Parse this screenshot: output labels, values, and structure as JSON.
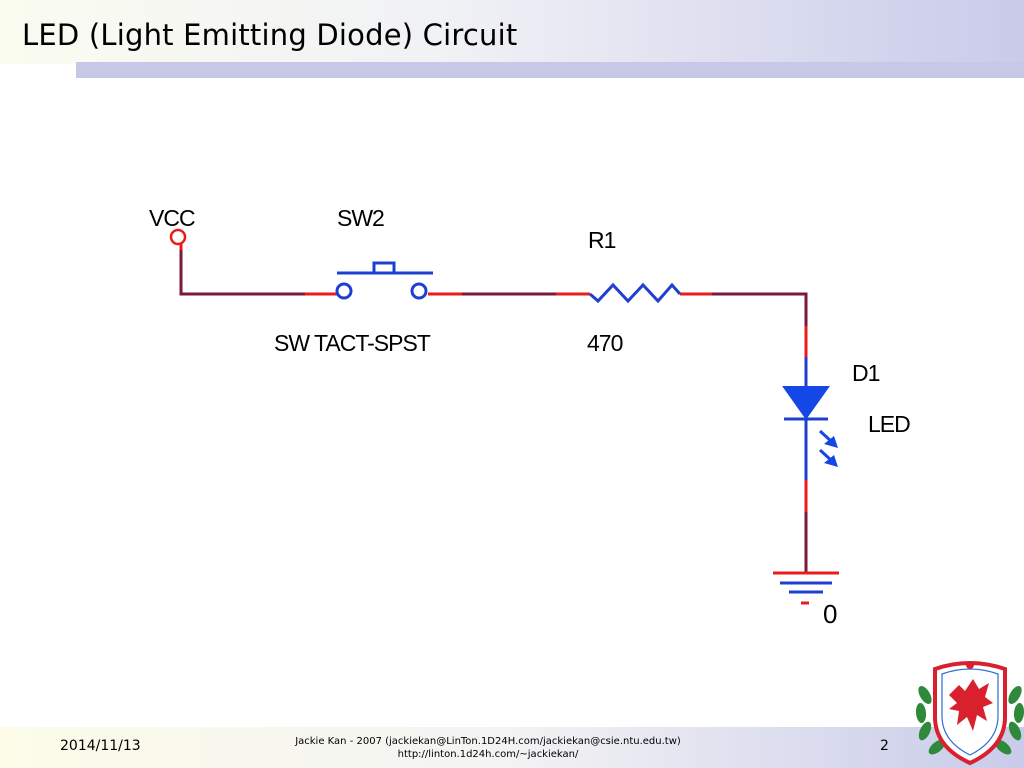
{
  "slide": {
    "title": "LED (Light Emitting Diode) Circuit",
    "footer_date": "2014/11/13",
    "footer_credit_line1": "Jackie Kan - 2007 (jackiekan@LinTon.1D24H.com/jackiekan@csie.ntu.edu.tw)",
    "footer_credit_line2": "http://linton.1d24h.com/~jackiekan/",
    "page_number": "2"
  },
  "diagram": {
    "vcc_label": "VCC",
    "switch_ref": "SW2",
    "switch_part": "SW TACT-SPST",
    "resistor_ref": "R1",
    "resistor_value": "470",
    "diode_ref": "D1",
    "diode_part": "LED",
    "ground_label": "0"
  },
  "colors": {
    "wire": "#7a1a3a",
    "pin": "#e81c1c",
    "component": "#1f3fd0",
    "led": "#1447e6",
    "title_gradient_end": "#c9cbea",
    "logo_red": "#d9202e",
    "logo_green": "#2e8a3a"
  },
  "icons": [
    "dragon-crest-logo"
  ]
}
